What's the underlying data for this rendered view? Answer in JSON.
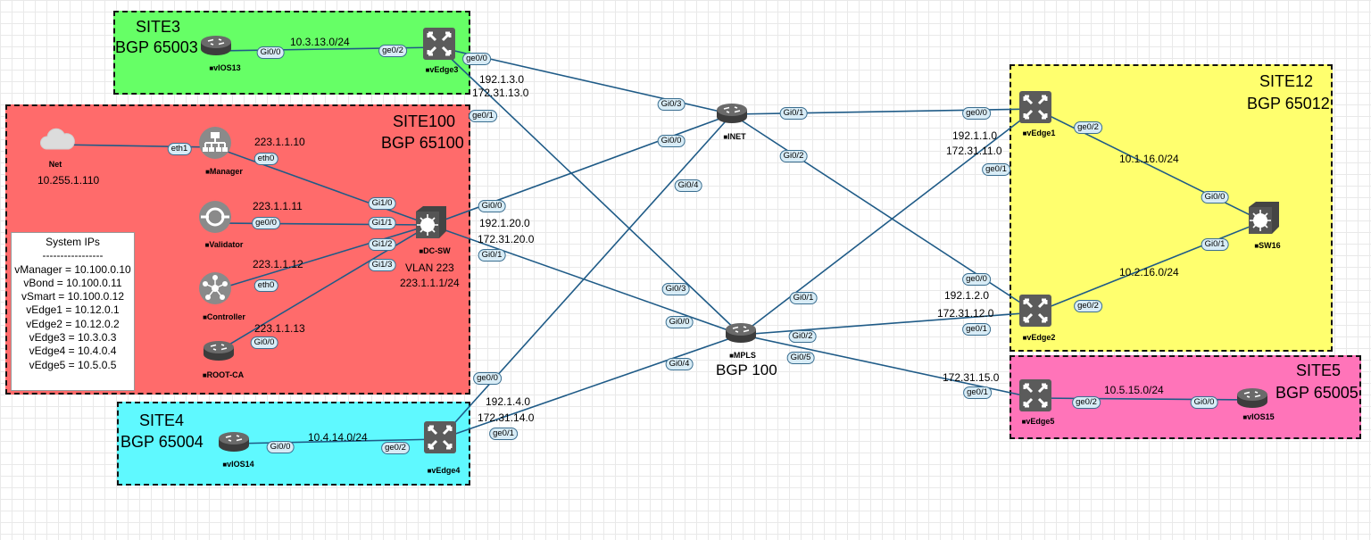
{
  "sites": {
    "site3": {
      "name": "SITE3",
      "bgp": "BGP 65003"
    },
    "site100": {
      "name": "SITE100",
      "bgp": "BGP 65100"
    },
    "site4": {
      "name": "SITE4",
      "bgp": "BGP 65004"
    },
    "site12": {
      "name": "SITE12",
      "bgp": "BGP 65012"
    },
    "site5": {
      "name": "SITE5",
      "bgp": "BGP 65005"
    }
  },
  "nodes": {
    "vios13": "vIOS13",
    "vedge3": "vEdge3",
    "net": "Net",
    "manager": "Manager",
    "validator": "Validator",
    "controller": "Controller",
    "rootca": "ROOT-CA",
    "dcsw": "DC-SW",
    "inet": "INET",
    "mpls": "MPLS",
    "vedge1": "vEdge1",
    "vedge2": "vEdge2",
    "sw16": "SW16",
    "vedge5": "vEdge5",
    "vios15": "vIOS15",
    "vios14": "vIOS14",
    "vedge4": "vEdge4"
  },
  "labels": {
    "net_ip": "10.255.1.110",
    "site3_subnet": "10.3.13.0/24",
    "vedge3_inet_ip": "192.1.3.0",
    "vedge3_mpls_ip": "172.31.13.0",
    "mgr_ip": "223.1.1.10",
    "val_ip": "223.1.1.11",
    "ctrl_ip": "223.1.1.12",
    "rootca_ip": "223.1.1.13",
    "dcsw_inet_ip": "192.1.20.0",
    "dcsw_mpls_ip": "172.31.20.0",
    "vlan": "VLAN 223",
    "vlan_ip": "223.1.1.1/24",
    "mpls_bgp": "BGP 100",
    "vedge1_inet_ip": "192.1.1.0",
    "vedge1_mpls_ip": "172.31.11.0",
    "site12_subnet1": "10.1.16.0/24",
    "site12_subnet2": "10.2.16.0/24",
    "vedge2_inet_ip": "192.1.2.0",
    "vedge2_mpls_ip": "172.31.12.0",
    "vedge5_mpls_ip": "172.31.15.0",
    "site5_subnet": "10.5.15.0/24",
    "vedge4_inet_ip": "192.1.4.0",
    "vedge4_mpls_ip": "172.31.14.0",
    "site4_subnet": "10.4.14.0/24"
  },
  "system_ips": {
    "title": "System IPs",
    "divider": "-----------------",
    "lines": [
      "vManager = 10.100.0.10",
      "vBond = 10.100.0.11",
      "vSmart = 10.100.0.12",
      "vEdge1 = 10.12.0.1",
      "vEdge2 = 10.12.0.2",
      "vEdge3 = 10.3.0.3",
      "vEdge4 = 10.4.0.4",
      "vEdge5 = 10.5.0.5"
    ]
  },
  "interfaces": {
    "vios13_gi00": "Gi0/0",
    "vedge3_ge02": "ge0/2",
    "vedge3_ge00": "ge0/0",
    "vedge3_ge01": "ge0/1",
    "net_eth1": "eth1",
    "mgr_eth0": "eth0",
    "val_ge00": "ge0/0",
    "ctrl_eth0": "eth0",
    "rootca_gi00": "Gi0/0",
    "dcsw_gi10": "Gi1/0",
    "dcsw_gi11": "Gi1/1",
    "dcsw_gi12": "Gi1/2",
    "dcsw_gi13": "Gi1/3",
    "dcsw_gi00": "Gi0/0",
    "dcsw_gi01": "Gi0/1",
    "inet_gi03": "Gi0/3",
    "inet_gi00": "Gi0/0",
    "inet_gi04": "Gi0/4",
    "inet_gi01": "Gi0/1",
    "inet_gi02": "Gi0/2",
    "mpls_gi03": "Gi0/3",
    "mpls_gi00": "Gi0/0",
    "mpls_gi04": "Gi0/4",
    "mpls_gi01": "Gi0/1",
    "mpls_gi02": "Gi0/2",
    "mpls_gi05": "Gi0/5",
    "vedge1_ge00": "ge0/0",
    "vedge1_ge01": "ge0/1",
    "vedge1_ge02": "ge0/2",
    "sw16_gi00": "Gi0/0",
    "sw16_gi01": "Gi0/1",
    "vedge2_ge00": "ge0/0",
    "vedge2_ge01": "ge0/1",
    "vedge2_ge02": "ge0/2",
    "vedge5_ge01": "ge0/1",
    "vedge5_ge02": "ge0/2",
    "vios15_gi00": "Gi0/0",
    "vedge4_ge00": "ge0/0",
    "vedge4_ge01": "ge0/1",
    "vedge4_ge02": "ge0/2",
    "vios14_gi00": "Gi0/0"
  }
}
